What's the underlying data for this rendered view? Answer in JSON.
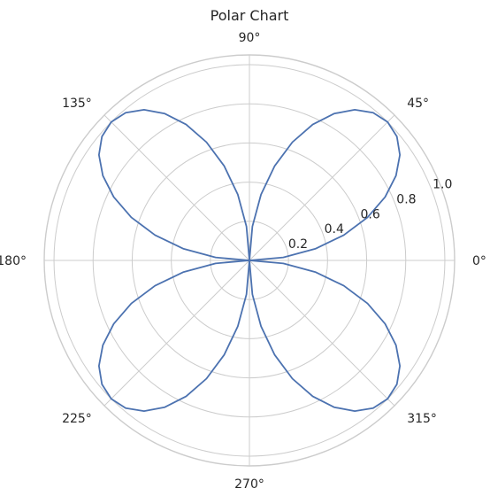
{
  "chart_data": {
    "type": "line",
    "projection": "polar",
    "title": "Polar Chart",
    "equation_shape": "r = |sin(2θ)|",
    "theta_degrees": [
      0,
      5,
      10,
      15,
      20,
      25,
      30,
      35,
      40,
      45,
      50,
      55,
      60,
      65,
      70,
      75,
      80,
      85,
      90,
      95,
      100,
      105,
      110,
      115,
      120,
      125,
      130,
      135,
      140,
      145,
      150,
      155,
      160,
      165,
      170,
      175,
      180,
      185,
      190,
      195,
      200,
      205,
      210,
      215,
      220,
      225,
      230,
      235,
      240,
      245,
      250,
      255,
      260,
      265,
      270,
      275,
      280,
      285,
      290,
      295,
      300,
      305,
      310,
      315,
      320,
      325,
      330,
      335,
      340,
      345,
      350,
      355,
      360
    ],
    "r_values": [
      0.0,
      0.174,
      0.342,
      0.5,
      0.643,
      0.766,
      0.866,
      0.94,
      0.985,
      1.0,
      0.985,
      0.94,
      0.866,
      0.766,
      0.643,
      0.5,
      0.342,
      0.174,
      0.0,
      0.174,
      0.342,
      0.5,
      0.643,
      0.766,
      0.866,
      0.94,
      0.985,
      1.0,
      0.985,
      0.94,
      0.866,
      0.766,
      0.643,
      0.5,
      0.342,
      0.174,
      0.0,
      0.174,
      0.342,
      0.5,
      0.643,
      0.766,
      0.866,
      0.94,
      0.985,
      1.0,
      0.985,
      0.94,
      0.866,
      0.766,
      0.643,
      0.5,
      0.342,
      0.174,
      0.0,
      0.174,
      0.342,
      0.5,
      0.643,
      0.766,
      0.866,
      0.94,
      0.985,
      1.0,
      0.985,
      0.94,
      0.866,
      0.766,
      0.643,
      0.5,
      0.342,
      0.174,
      0.0
    ],
    "rlim": [
      0,
      1.05
    ],
    "radial_ticks": [
      0.2,
      0.4,
      0.6,
      0.8,
      1.0
    ],
    "radial_tick_labels": [
      "0.2",
      "0.4",
      "0.6",
      "0.8",
      "1.0"
    ],
    "angle_ticks": [
      0,
      45,
      90,
      135,
      180,
      225,
      270,
      315
    ],
    "angle_tick_labels": [
      "0°",
      "45°",
      "90°",
      "135°",
      "180°",
      "225°",
      "270°",
      "315°"
    ],
    "radial_label_angle": 22.5,
    "grid": true,
    "line_color": "#4c72b0",
    "grid_color": "#cccccc"
  }
}
